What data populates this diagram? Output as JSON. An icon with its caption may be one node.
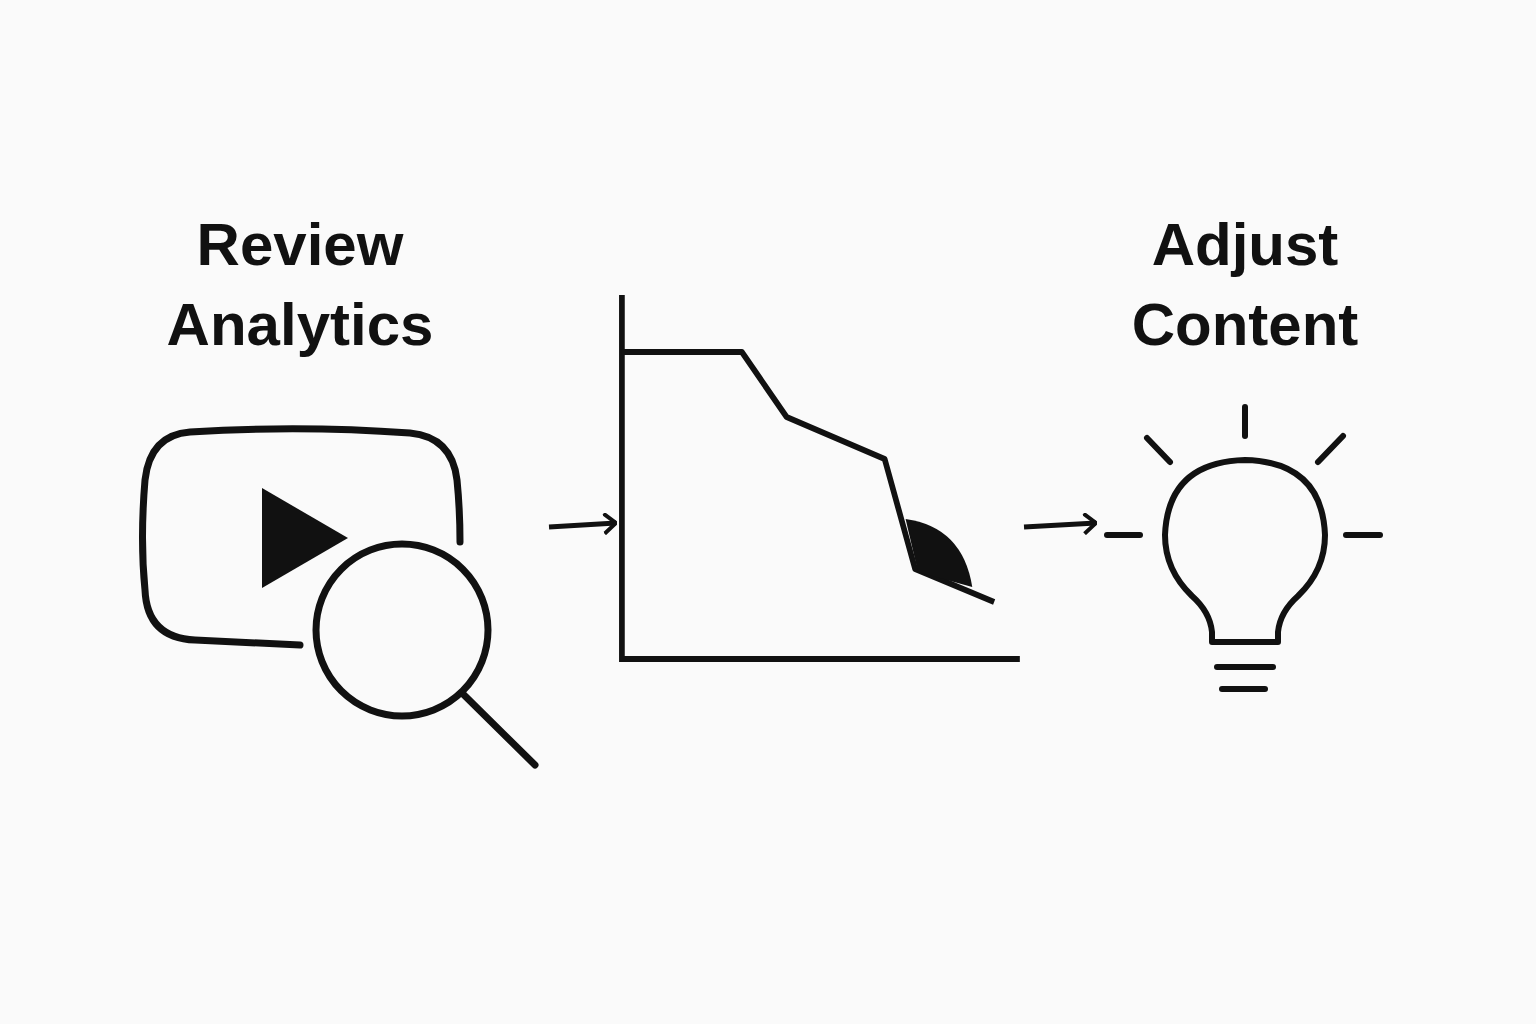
{
  "diagram": {
    "nodes": [
      {
        "text": [
          "Review Analytics"
        ]
      },
      {
        "text": [],
        "shape": "picture"
      },
      {
        "text": [
          "Adjust Content"
        ]
      }
    ],
    "edges": [
      {
        "from": 0,
        "to": 1,
        "arrow": "to"
      },
      {
        "from": 1,
        "to": 2,
        "arrow": "to"
      }
    ]
  }
}
